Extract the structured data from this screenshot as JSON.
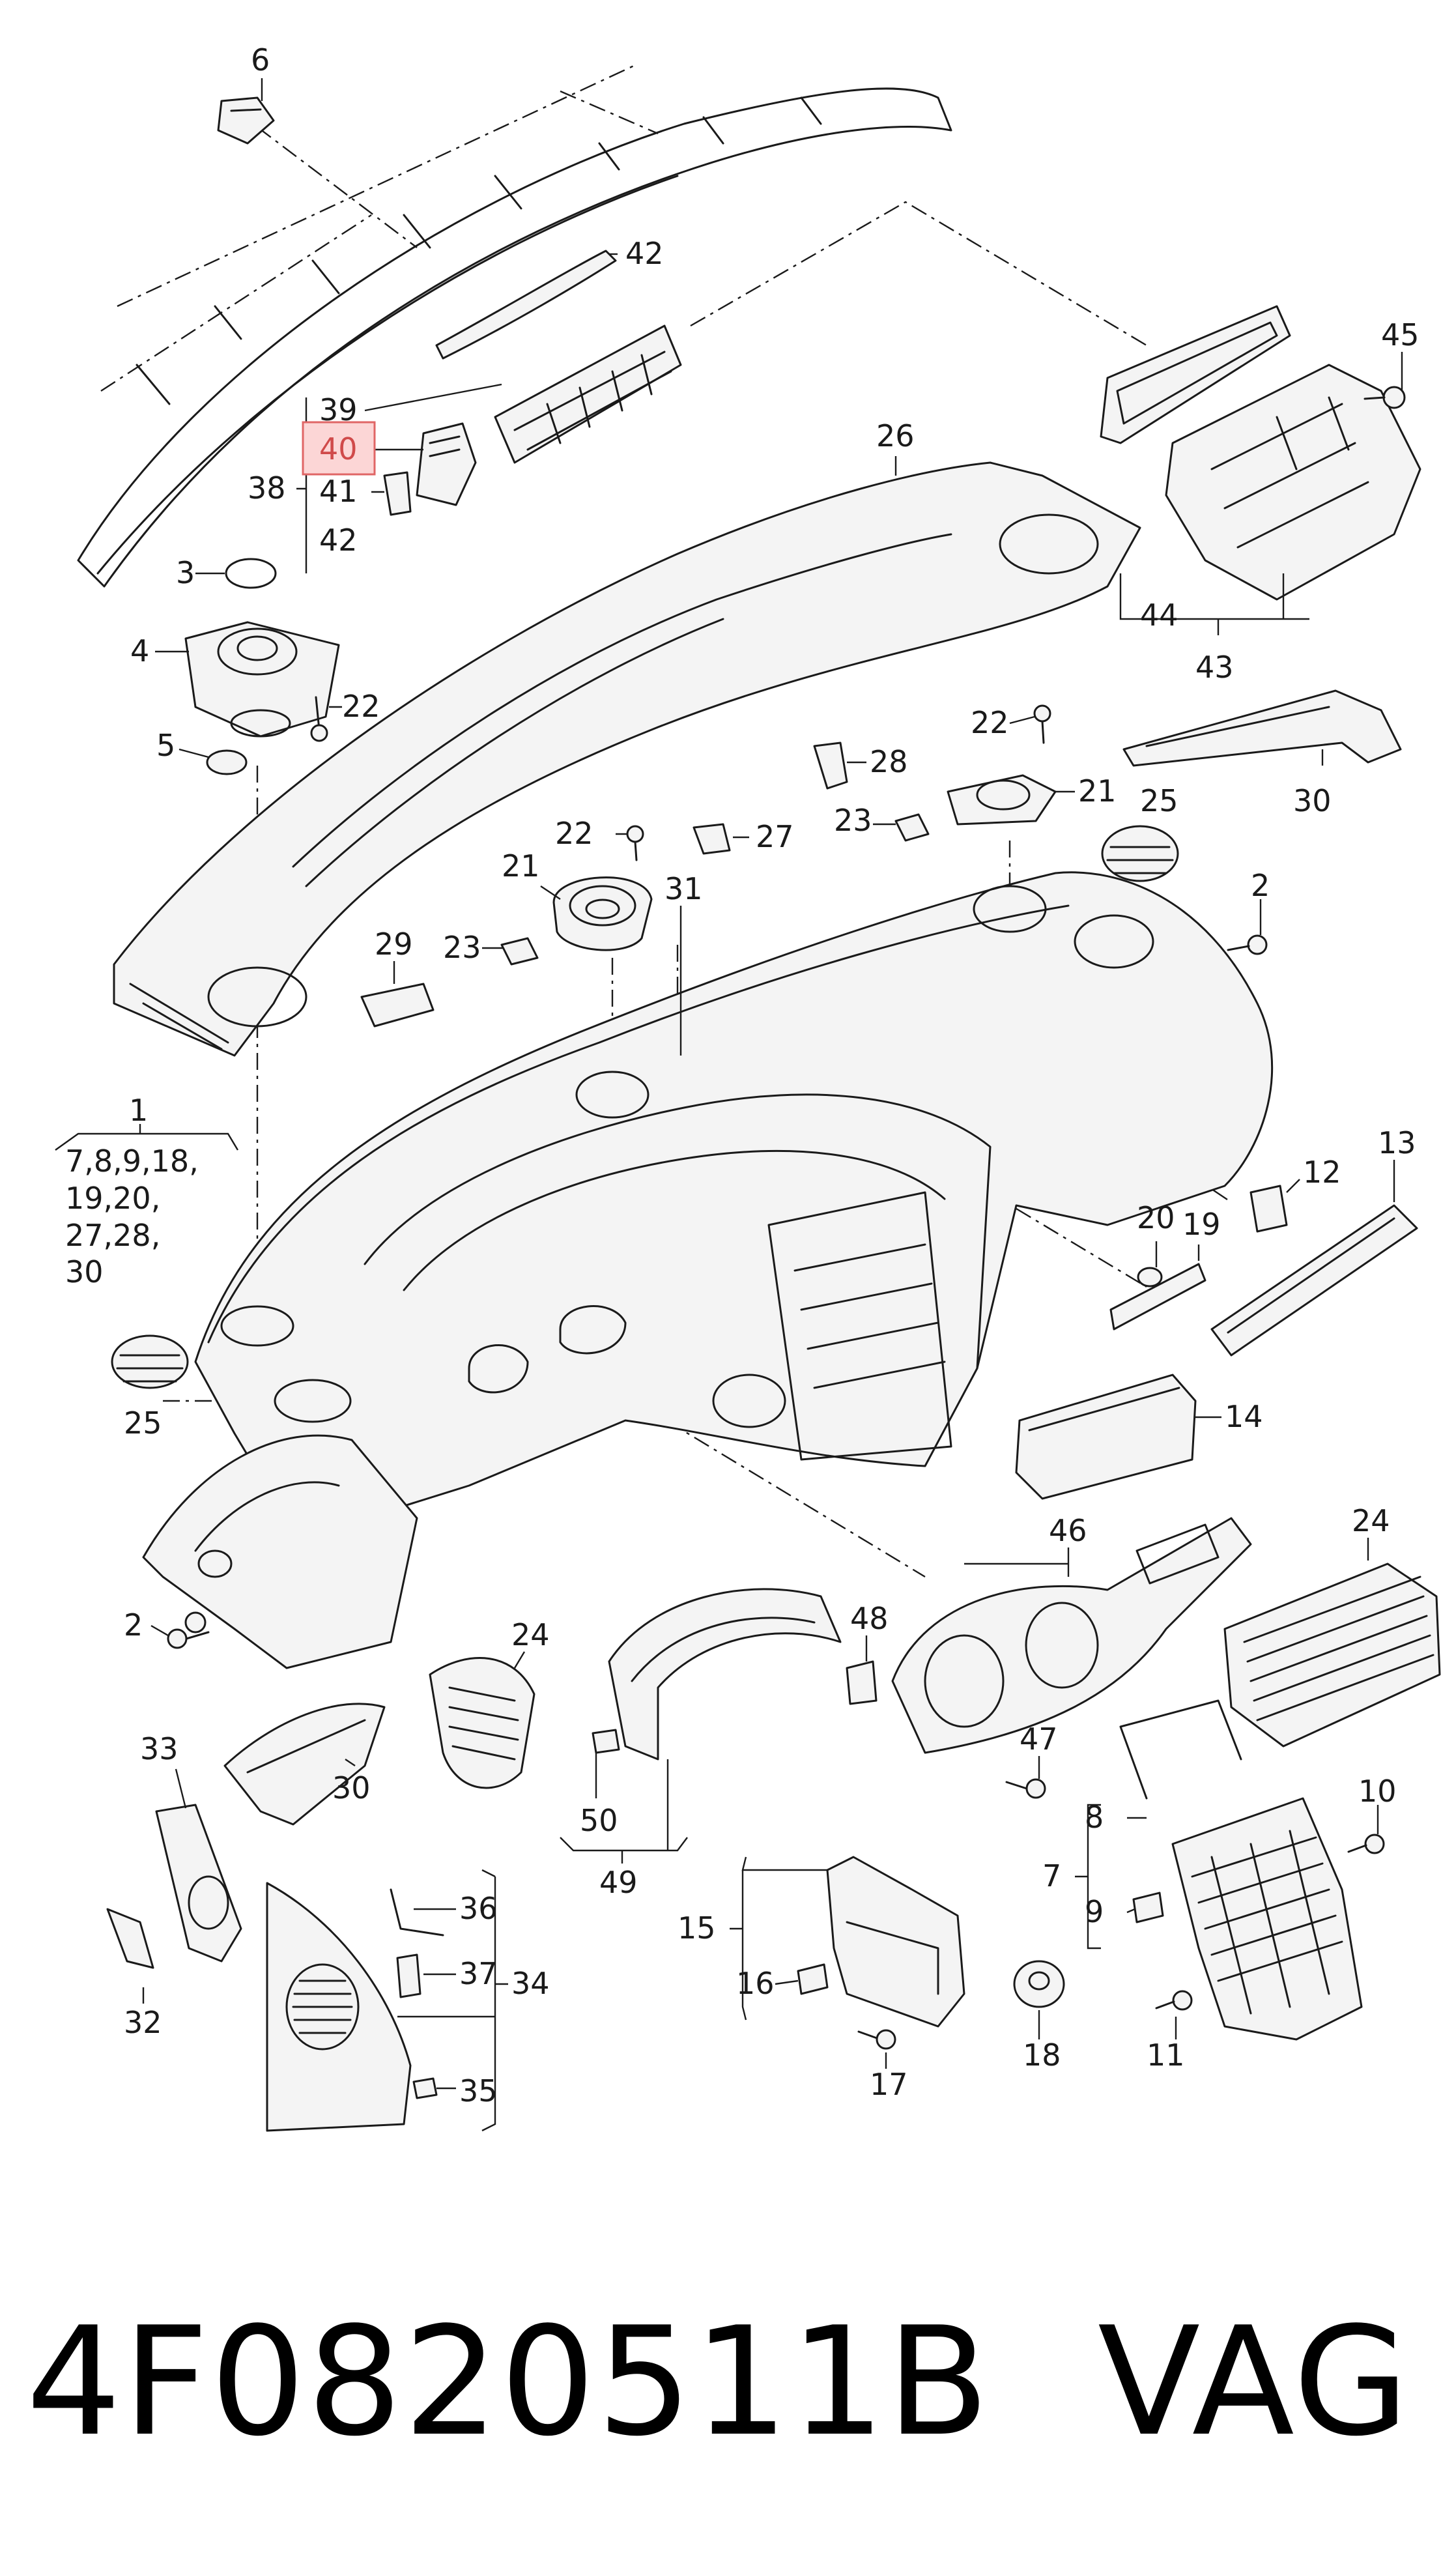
{
  "diagram": {
    "part_number": "4F0820511B",
    "brand": "VAG",
    "highlighted_callout": "40",
    "labels": [
      "6",
      "42",
      "45",
      "39",
      "40",
      "41",
      "38",
      "42",
      "26",
      "3",
      "4",
      "22",
      "5",
      "44",
      "43",
      "22",
      "28",
      "22",
      "27",
      "23",
      "21",
      "25",
      "30",
      "21",
      "31",
      "2",
      "29",
      "23",
      "1",
      "7,8,9,18,",
      "19,20,",
      "27,28,",
      "30",
      "12",
      "13",
      "20",
      "19",
      "25",
      "14",
      "46",
      "24",
      "2",
      "24",
      "48",
      "47",
      "33",
      "30",
      "50",
      "49",
      "8",
      "10",
      "7",
      "9",
      "36",
      "37",
      "34",
      "15",
      "16",
      "11",
      "35",
      "32",
      "17",
      "18"
    ]
  }
}
